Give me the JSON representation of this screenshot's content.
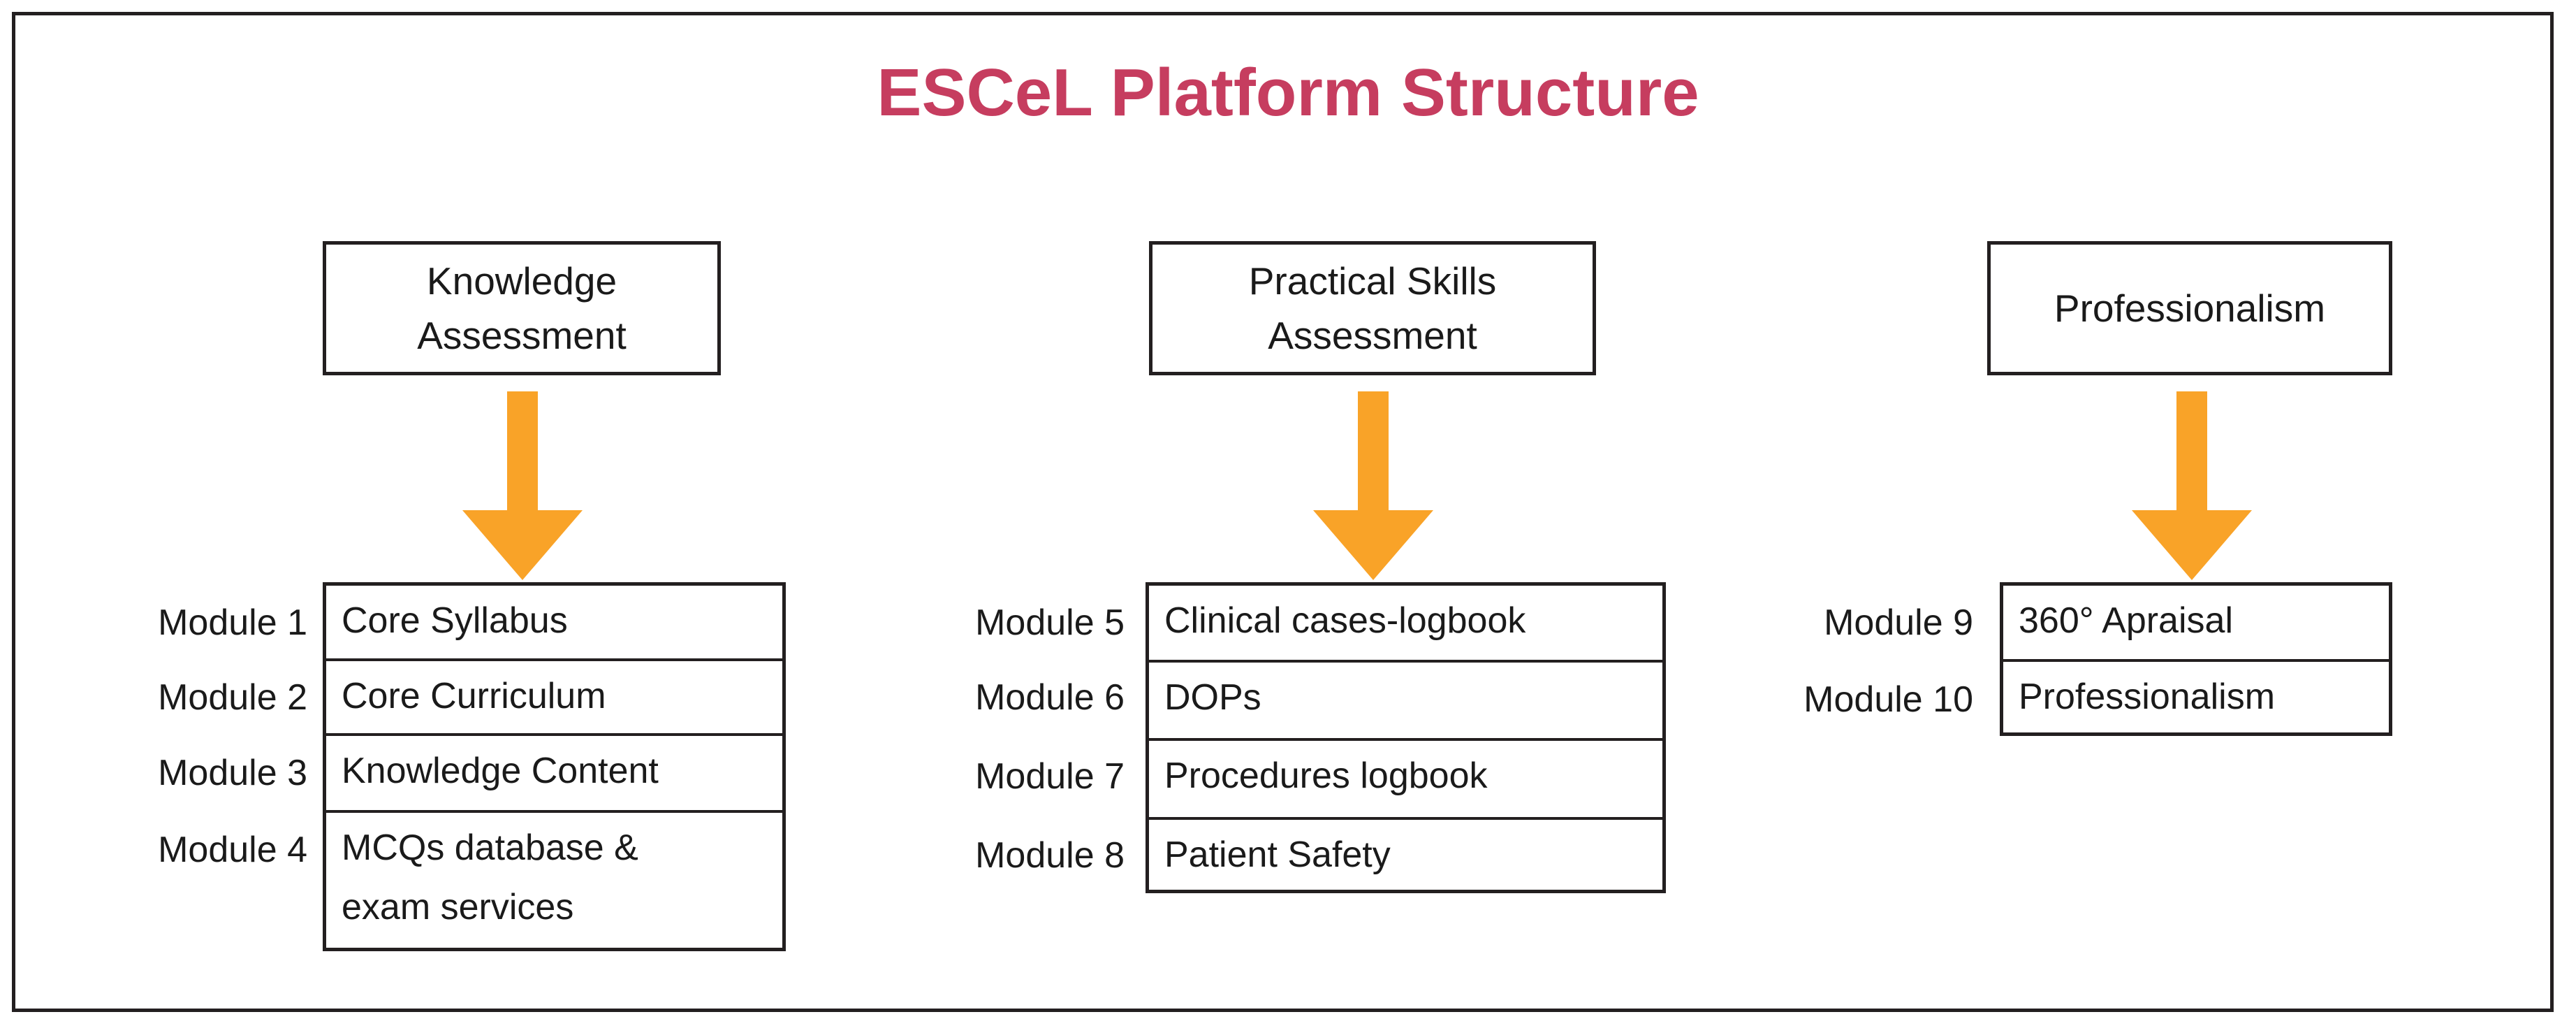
{
  "title": "ESCeL Platform Structure",
  "colors": {
    "title": "#c8days",
    "title_hex": "#c63d5f",
    "arrow": "#f9a328",
    "border": "#231f20",
    "text": "#1a1a1a",
    "background": "#ffffff"
  },
  "icons": {
    "arrow": "down-arrow-icon"
  },
  "columns": [
    {
      "id": "knowledge-assessment",
      "header_lines": [
        "Knowledge",
        "Assessment"
      ],
      "header_text": "Knowledge Assessment",
      "rows": [
        {
          "module": "Module 1",
          "lines": [
            "Core Syllabus"
          ],
          "text": "Core Syllabus"
        },
        {
          "module": "Module 2",
          "lines": [
            "Core Curriculum"
          ],
          "text": "Core Curriculum"
        },
        {
          "module": "Module 3",
          "lines": [
            "Knowledge Content"
          ],
          "text": "Knowledge Content"
        },
        {
          "module": "Module 4",
          "lines": [
            "MCQs database &",
            "exam services"
          ],
          "text": "MCQs database & exam services"
        }
      ]
    },
    {
      "id": "practical-skills-assessment",
      "header_lines": [
        "Practical Skills",
        "Assessment"
      ],
      "header_text": "Practical Skills Assessment",
      "rows": [
        {
          "module": "Module 5",
          "lines": [
            "Clinical cases-logbook"
          ],
          "text": "Clinical cases-logbook"
        },
        {
          "module": "Module 6",
          "lines": [
            "DOPs"
          ],
          "text": "DOPs"
        },
        {
          "module": "Module 7",
          "lines": [
            "Procedures logbook"
          ],
          "text": "Procedures logbook"
        },
        {
          "module": "Module 8",
          "lines": [
            "Patient Safety"
          ],
          "text": "Patient Safety"
        }
      ]
    },
    {
      "id": "professionalism",
      "header_lines": [
        "Professionalism"
      ],
      "header_text": "Professionalism",
      "rows": [
        {
          "module": "Module 9",
          "lines": [
            "360° Apraisal"
          ],
          "text": "360° Apraisal"
        },
        {
          "module": "Module 10",
          "lines": [
            "Professionalism"
          ],
          "text": "Professionalism"
        }
      ]
    }
  ]
}
